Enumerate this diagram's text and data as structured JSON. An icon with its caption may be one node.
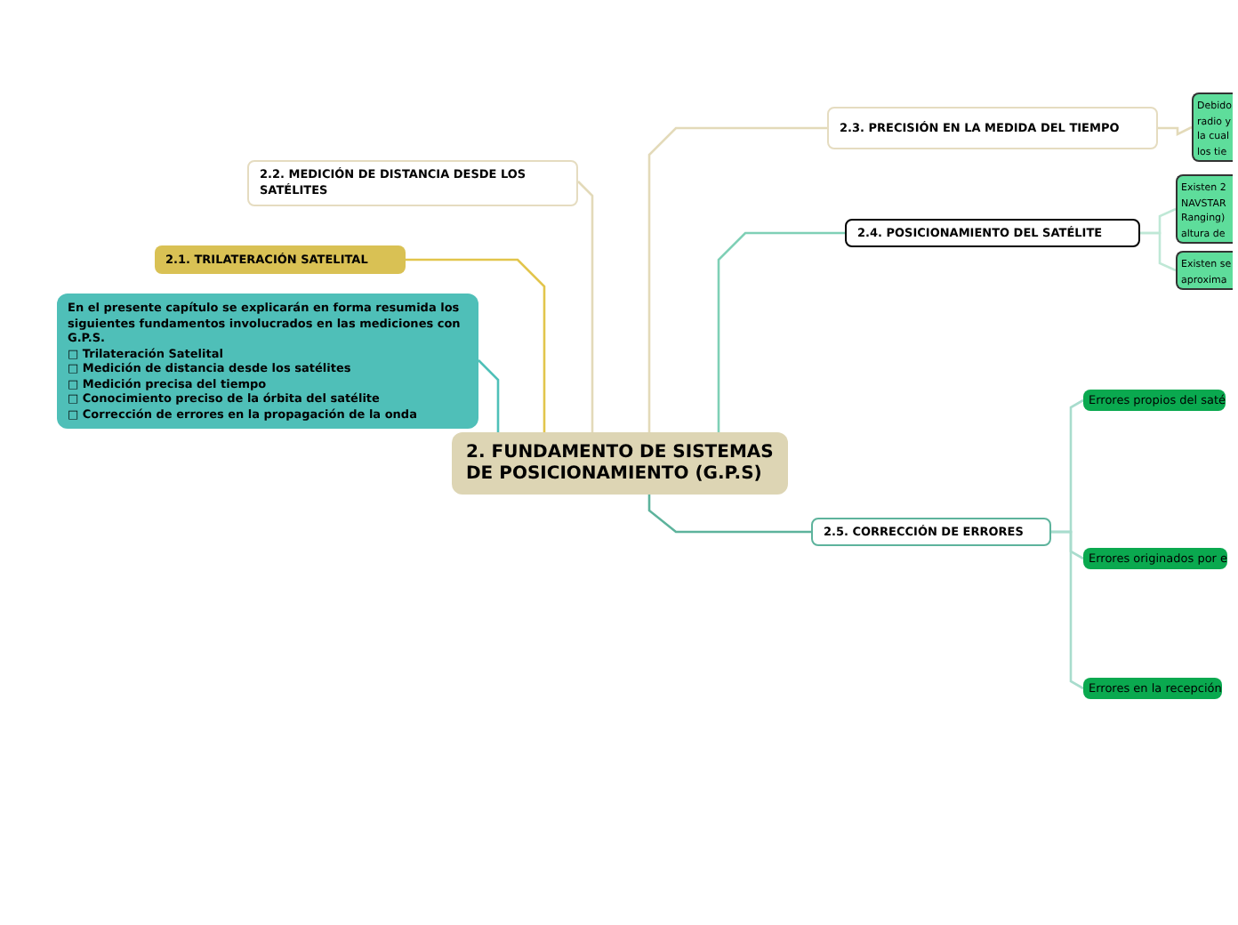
{
  "diagram": {
    "nodes": [
      {
        "text": [
          "2. FUNDAMENTO DE SISTEMAS DE POSICIONAMIENTO (G.P.S)"
        ]
      },
      {
        "text": [
          "2.2.  MEDICIÓN DE DISTANCIA DESDE LOS SATÉLITES"
        ]
      },
      {
        "text": [
          "2.1.  TRILATERACIÓN SATELITAL"
        ]
      },
      {
        "text": [
          "En el presente capítulo se explicarán en forma resumida los siguientes fundamentos involucrados  en las mediciones con G.P.S.",
          "□ Trilateración Satelital",
          "□ Medición de distancia desde los satélites",
          "□ Medición precisa del tiempo",
          "□ Conocimiento preciso de la órbita del satélite",
          "□ Corrección de errores en la propagación de la onda"
        ]
      },
      {
        "text": [
          "2.3.  PRECISIÓN EN LA MEDIDA DEL TIEMPO"
        ]
      },
      {
        "text": [
          "2.4.  POSICIONAMIENTO DEL SATÉLITE"
        ]
      },
      {
        "text": [
          "2.5.  CORRECCIÓN DE ERRORES"
        ]
      },
      {
        "text": [
          "Debido radio y la cual los tie"
        ]
      },
      {
        "text": [
          "Existen 2 NAVSTAR Ranging) altura de"
        ]
      },
      {
        "text": [
          "Existen se aproxima"
        ]
      },
      {
        "text": [
          "Errores propios del saté"
        ]
      },
      {
        "text": [
          "Errores originados por e"
        ]
      },
      {
        "text": [
          "Errores en la recepción"
        ]
      }
    ],
    "edges": [
      {
        "from": 0,
        "to": 1,
        "arrow": "none",
        "color": "#e3dab9"
      },
      {
        "from": 0,
        "to": 2,
        "arrow": "none",
        "color": "#e2c54c"
      },
      {
        "from": 0,
        "to": 3,
        "arrow": "none",
        "color": "#4fc0b8"
      },
      {
        "from": 0,
        "to": 4,
        "arrow": "none",
        "color": "#e3dab9"
      },
      {
        "from": 0,
        "to": 5,
        "arrow": "none",
        "color": "#7fd0b6"
      },
      {
        "from": 0,
        "to": 6,
        "arrow": "none",
        "color": "#5db39c"
      },
      {
        "from": 4,
        "to": 7,
        "arrow": "none",
        "color": "#e3dab9"
      },
      {
        "from": 5,
        "to": 8,
        "arrow": "none",
        "color": "#bfe8d6"
      },
      {
        "from": 5,
        "to": 9,
        "arrow": "none",
        "color": "#bfe8d6"
      },
      {
        "from": 6,
        "to": 10,
        "arrow": "none",
        "color": "#a8dccd"
      },
      {
        "from": 6,
        "to": 11,
        "arrow": "none",
        "color": "#a8dccd"
      },
      {
        "from": 6,
        "to": 12,
        "arrow": "none",
        "color": "#a8dccd"
      }
    ]
  }
}
